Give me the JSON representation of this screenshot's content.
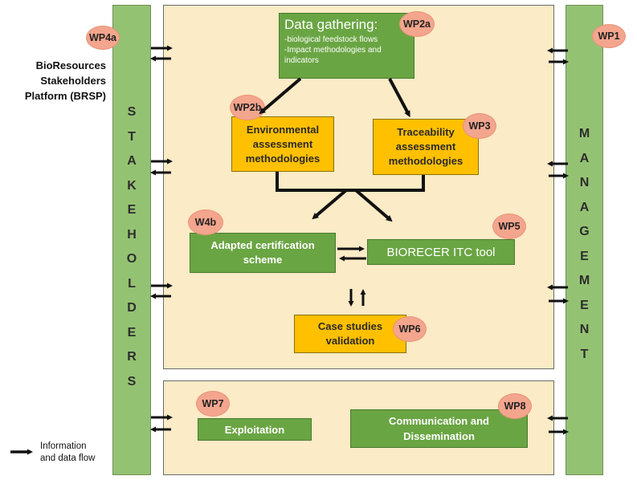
{
  "side_label": [
    "BioResources",
    "Stakeholders",
    "Platform (BRSP)"
  ],
  "stakeholders_letters": [
    "S",
    "T",
    "A",
    "K",
    "E",
    "H",
    "O",
    "L",
    "D",
    "E",
    "R",
    "S"
  ],
  "management_letters": [
    "M",
    "A",
    "N",
    "A",
    "G",
    "E",
    "M",
    "E",
    "N",
    "T"
  ],
  "data_gathering": {
    "title": "Data gathering:",
    "items": [
      "-biological feedstock flows",
      "-Impact methodologies and indicators"
    ]
  },
  "env_assessment": [
    "Environmental",
    "assessment",
    "methodologies"
  ],
  "traceability": [
    "Traceability",
    "assessment",
    "methodologies"
  ],
  "certification": [
    "Adapted certification",
    "scheme"
  ],
  "itc_tool": "BIORECER ITC tool",
  "case_studies": [
    "Case studies",
    "validation"
  ],
  "exploitation": "Exploitation",
  "communication": [
    "Communication and",
    "Dissemination"
  ],
  "badges": {
    "wp4a": "WP4a",
    "wp1": "WP1",
    "wp2a": "WP2a",
    "wp2b": "WP2b",
    "wp3": "WP3",
    "w4b": "W4b",
    "wp5": "WP5",
    "wp6": "WP6",
    "wp7": "WP7",
    "wp8": "WP8"
  },
  "legend": [
    "Information",
    "and data flow"
  ],
  "colors": {
    "panel": "#fbebc6",
    "green": "#6aa543",
    "orange": "#ffc000",
    "badge": "#f4a58d",
    "column": "#94c273"
  }
}
